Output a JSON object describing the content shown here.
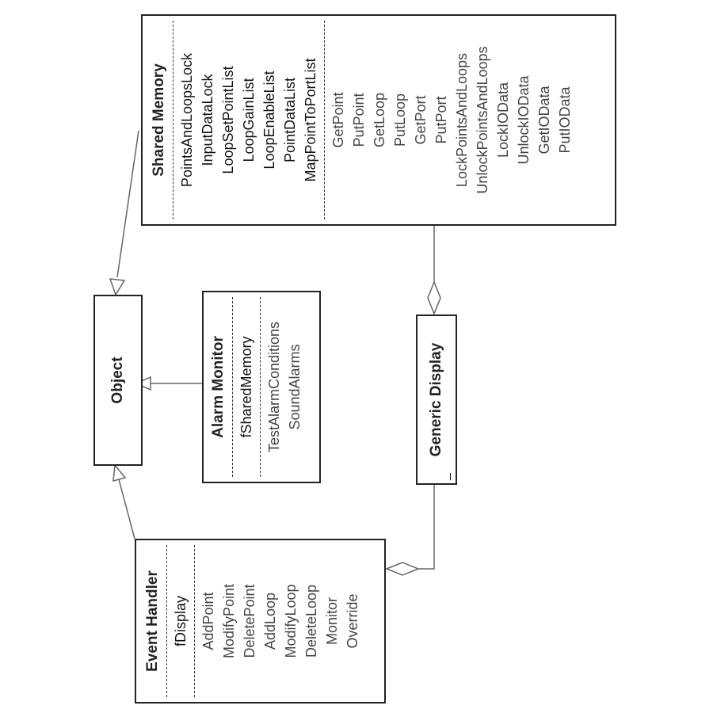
{
  "classes": {
    "object": {
      "name": "Object"
    },
    "alarm_monitor": {
      "name": "Alarm Monitor",
      "attributes": [
        "fSharedMemory"
      ],
      "operations": [
        "TestAlarmConditions",
        "SoundAlarms"
      ]
    },
    "event_handler": {
      "name": "Event Handler",
      "attributes": [
        "fDisplay"
      ],
      "operations": [
        "AddPoint",
        "ModifyPoint",
        "DeletePoint",
        "AddLoop",
        "ModifyLoop",
        "DeleteLoop",
        "Monitor",
        "Override"
      ]
    },
    "generic_display": {
      "name": "Generic Display"
    },
    "shared_memory": {
      "name": "Shared Memory",
      "attributes": [
        "PointsAndLoopsLock",
        "InputDataLock",
        "LoopSetPointList",
        "LoopGainList",
        "LoopEnableList",
        "PointDataList",
        "MapPointToPortList"
      ],
      "operations": [
        "GetPoint",
        "PutPoint",
        "GetLoop",
        "PutLoop",
        "GetPort",
        "PutPort",
        "LockPointsAndLoops",
        "UnlockPointsAndLoops",
        "LockIOData",
        "UnlockIOData",
        "GetIOData",
        "PutIOData"
      ]
    }
  },
  "relations": [
    {
      "type": "generalization",
      "from": "Shared Memory",
      "to": "Object"
    },
    {
      "type": "generalization",
      "from": "Alarm Monitor",
      "to": "Object"
    },
    {
      "type": "generalization",
      "from": "Event Handler",
      "to": "Object"
    },
    {
      "type": "aggregation",
      "whole": "Generic Display",
      "part": "Shared Memory"
    },
    {
      "type": "aggregation",
      "whole": "Event Handler",
      "part": "Generic Display"
    }
  ]
}
